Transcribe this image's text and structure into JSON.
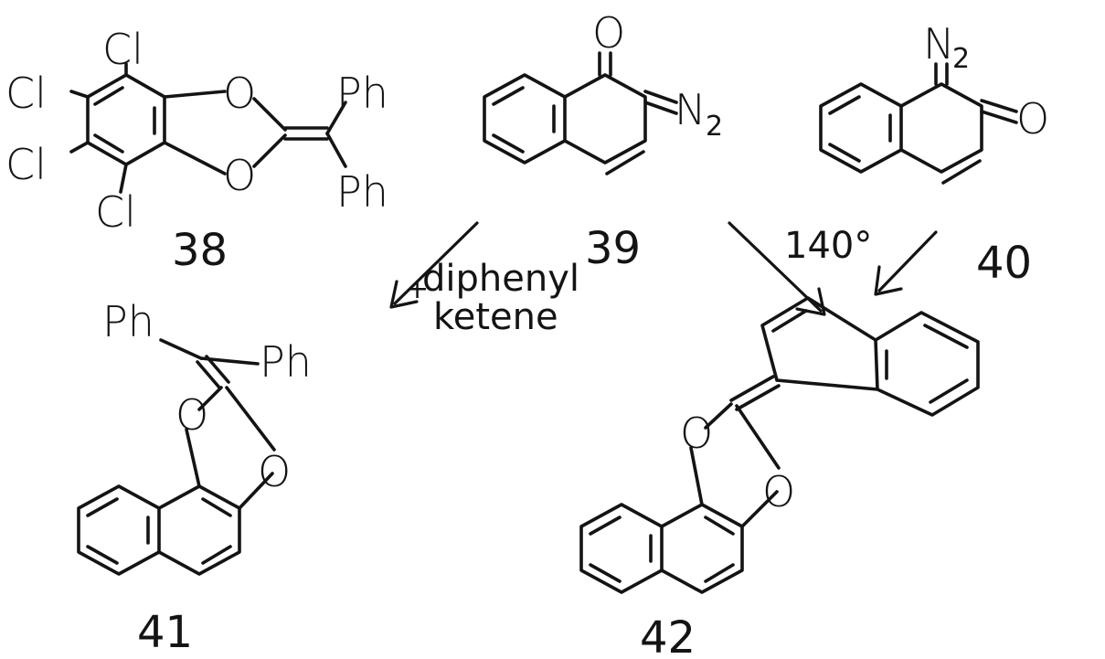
{
  "compounds": {
    "c38": {
      "number": "38",
      "chlorine": "Cl",
      "oxygen": "O",
      "phenyl": "Ph"
    },
    "c39": {
      "number": "39",
      "oxygen": "O",
      "diazo": "N",
      "diazo_subscript": "2"
    },
    "c40": {
      "number": "40",
      "oxygen": "O",
      "diazo": "N",
      "diazo_subscript": "2"
    },
    "c41": {
      "number": "41",
      "oxygen": "O",
      "phenyl": "Ph"
    },
    "c42": {
      "number": "42",
      "oxygen": "O"
    }
  },
  "reactions": {
    "left": {
      "plus": "+",
      "reagent_line1": "diphenyl",
      "reagent_line2": "ketene"
    },
    "right": {
      "temperature": "140°"
    }
  }
}
